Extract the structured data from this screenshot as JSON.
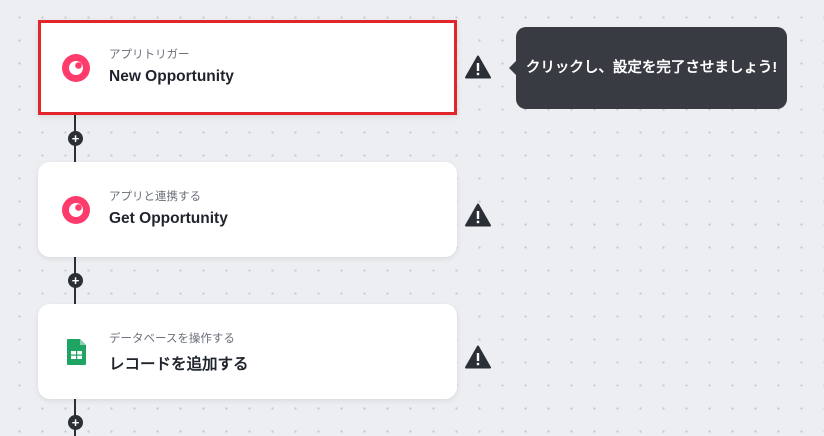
{
  "steps": [
    {
      "category": "アプリトリガー",
      "title": "New Opportunity",
      "icon": "app-logo-icon",
      "selected": true
    },
    {
      "category": "アプリと連携する",
      "title": "Get Opportunity",
      "icon": "app-logo-icon",
      "selected": false
    },
    {
      "category": "データベースを操作する",
      "title": "レコードを追加する",
      "icon": "google-sheets-icon",
      "selected": false
    }
  ],
  "tooltip": "クリックし、設定を完了させましょう!",
  "colors": {
    "selected_border": "#e0262a",
    "app_logo": "#ff3b6b",
    "sheets": "#1fa463",
    "tooltip_bg": "#383c42"
  }
}
